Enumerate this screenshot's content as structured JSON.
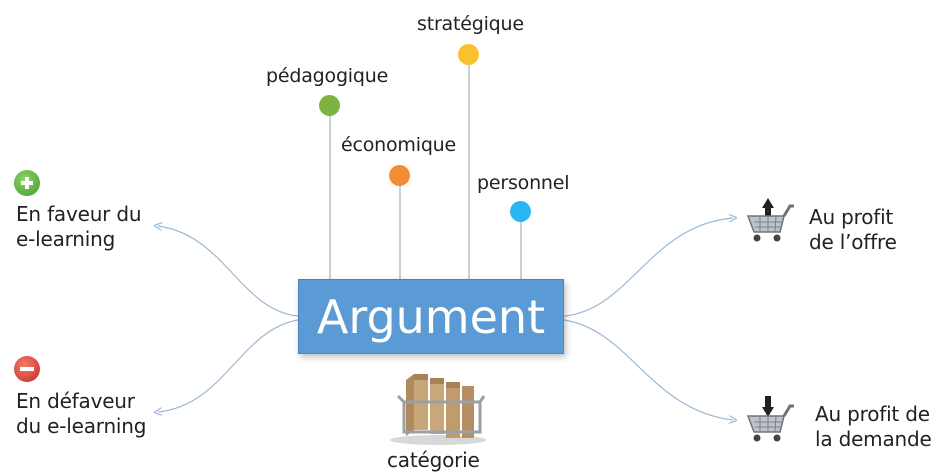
{
  "center": {
    "label": "Argument"
  },
  "categories": [
    {
      "label": "pédagogique",
      "color": "#7cb342"
    },
    {
      "label": "stratégique",
      "color": "#fbc02d"
    },
    {
      "label": "économique",
      "color": "#f28c38"
    },
    {
      "label": "personnel",
      "color": "#29b6f6"
    }
  ],
  "left": {
    "favor": {
      "line1": "En faveur du",
      "line2": "e-learning",
      "icon": "plus-icon",
      "color": "#4caf50"
    },
    "against": {
      "line1": "En défaveur",
      "line2": "du e-learning",
      "icon": "minus-icon",
      "color": "#e53935"
    }
  },
  "right": {
    "offer": {
      "line1": "Au profit",
      "line2": "de l’offre",
      "icon": "cart-up-icon"
    },
    "demand": {
      "line1": "Au profit de",
      "line2": "la demande",
      "icon": "cart-down-icon"
    }
  },
  "bottom": {
    "label": "catégorie",
    "icon": "filing-box-icon"
  },
  "colors": {
    "box": "#5b9bd5",
    "arrow": "#9db8d6"
  }
}
